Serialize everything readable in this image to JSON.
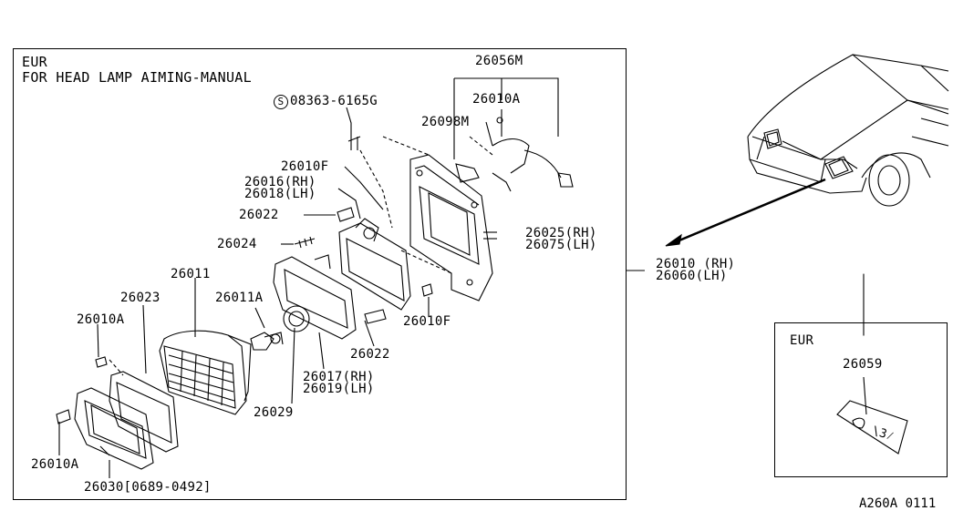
{
  "header": {
    "region": "EUR",
    "subtitle": "FOR HEAD LAMP AIMING-MANUAL"
  },
  "bolt_spec": {
    "symbol": "S",
    "number": "08363-6165G"
  },
  "callouts": {
    "harness": "26056M",
    "screw_top": "26010A",
    "socket": "26098M",
    "screw_upper": "26010F",
    "housing_rh": "26016(RH)",
    "housing_lh": "26018(LH)",
    "adjuster_upper": "26022",
    "spring": "26024",
    "bracket_rh": "26025(RH)",
    "bracket_lh": "26075(LH)",
    "assembly_rh": "26010 (RH)",
    "assembly_lh": "26060(LH)",
    "lamp_unit": "26011",
    "bulb": "26011A",
    "rim": "26023",
    "screw_left": "26010A",
    "screw_lower": "26010F",
    "adjuster_lower": "26022",
    "mount_rh": "26017(RH)",
    "mount_lh": "26019(LH)",
    "bulb_cap": "26029",
    "screw_bottom": "26010A",
    "bezel": "26030[0689-0492]"
  },
  "inset": {
    "region": "EUR",
    "label_part": "26059",
    "label_text": "\\3⁄"
  },
  "reference": "A260A 0111"
}
